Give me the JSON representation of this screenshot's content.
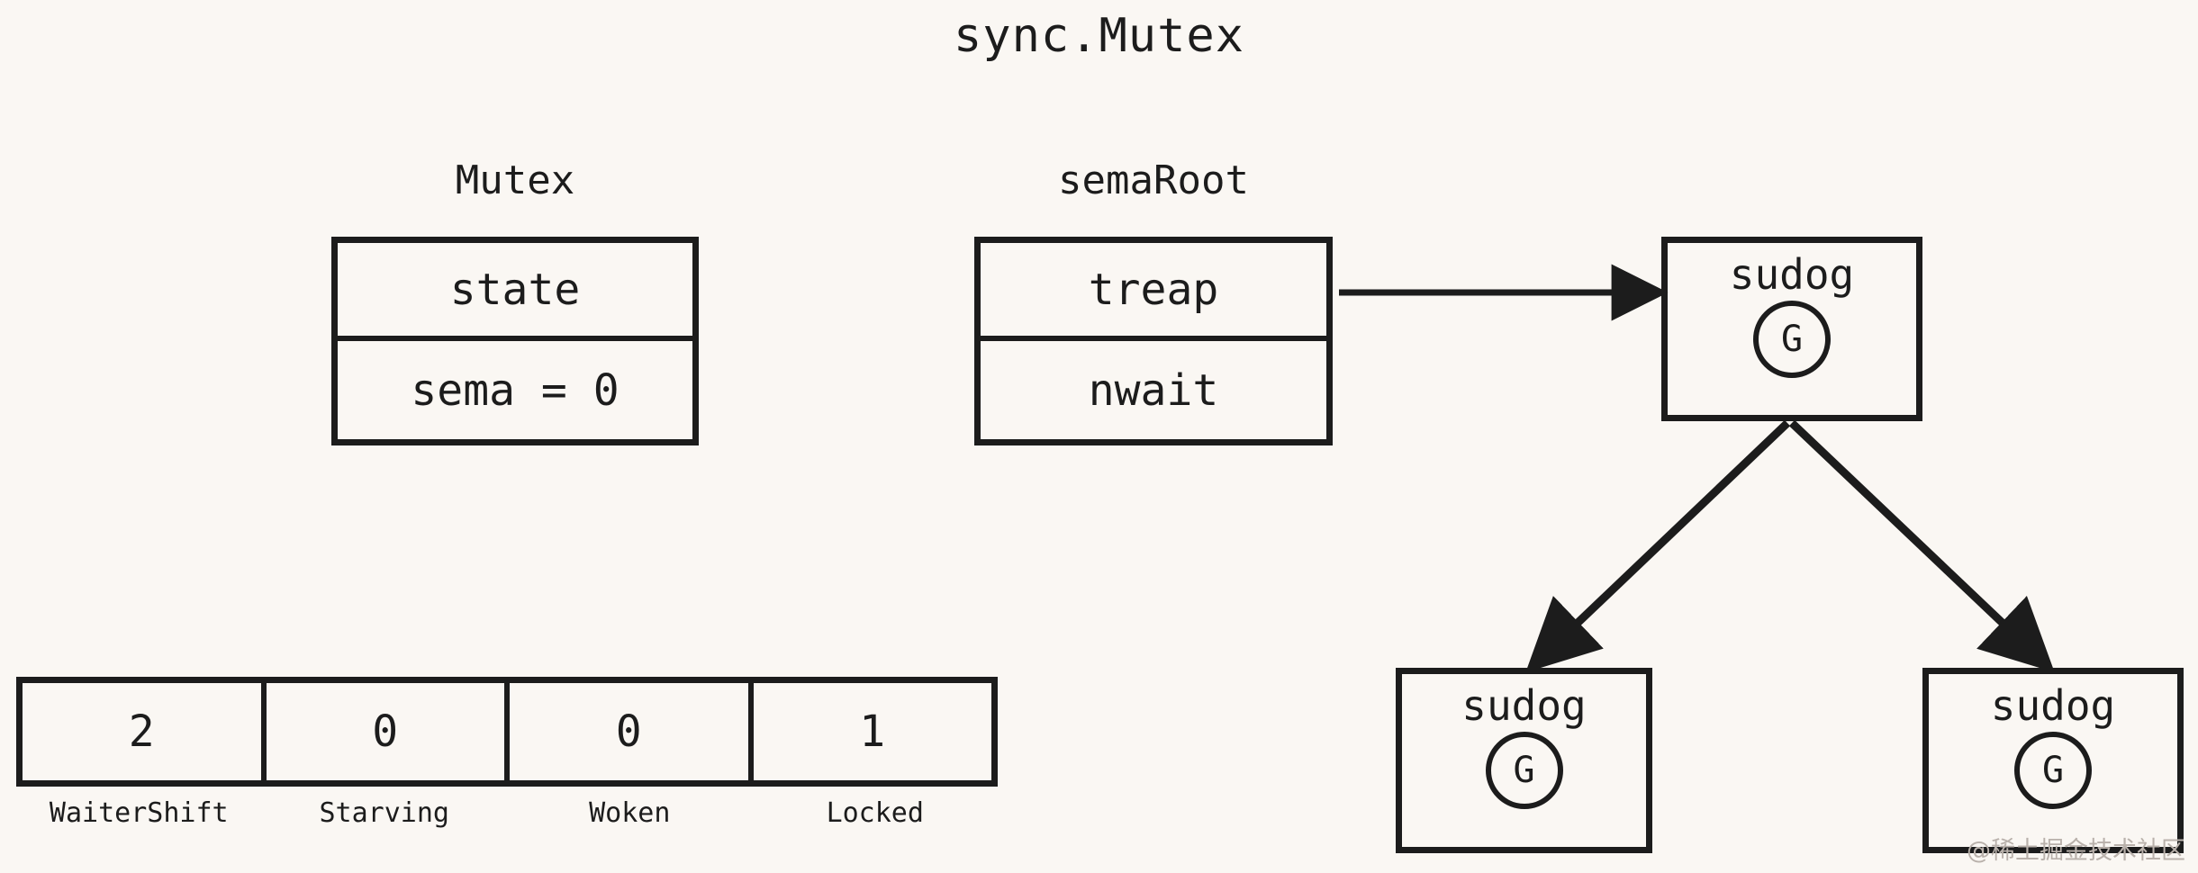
{
  "title": "sync.Mutex",
  "background_color": "#faf7f3",
  "ink_color": "#1c1c1c",
  "structs": {
    "mutex": {
      "caption": "Mutex",
      "fields": [
        {
          "label": "state"
        },
        {
          "label": "sema = 0"
        }
      ]
    },
    "semaroot": {
      "caption": "semaRoot",
      "fields": [
        {
          "label": "treap"
        },
        {
          "label": "nwait"
        }
      ]
    }
  },
  "treap_nodes": {
    "root": {
      "label": "sudog",
      "goroutine": "G"
    },
    "left": {
      "label": "sudog",
      "goroutine": "G"
    },
    "right": {
      "label": "sudog",
      "goroutine": "G"
    }
  },
  "state_bits": {
    "cells": [
      {
        "value": "2",
        "label": "WaiterShift"
      },
      {
        "value": "0",
        "label": "Starving"
      },
      {
        "value": "0",
        "label": "Woken"
      },
      {
        "value": "1",
        "label": "Locked"
      }
    ]
  },
  "watermark": "@稀土掘金技术社区"
}
